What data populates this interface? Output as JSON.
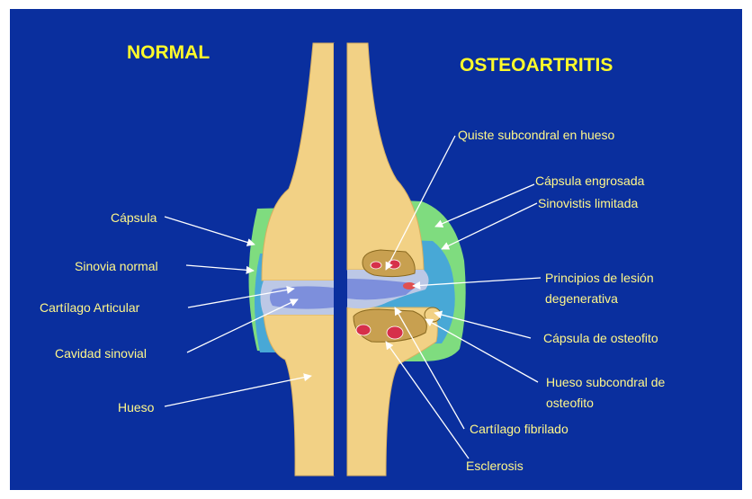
{
  "titles": {
    "left": "NORMAL",
    "right": "OSTEOARTRITIS"
  },
  "labels": {
    "capsula": "Cápsula",
    "sinovia_normal": "Sinovia normal",
    "cartilago_articular": "Cartílago Articular",
    "cavidad_sinovial": "Cavidad sinovial",
    "hueso": "Hueso",
    "quiste_subcondral": "Quiste subcondral en hueso",
    "capsula_engrosada": "Cápsula engrosada",
    "sinovistis_limitada": "Sinovistis limitada",
    "principios_lesion_1": "Principios de lesión",
    "principios_lesion_2": "degenerativa",
    "capsula_osteofito": "Cápsula de osteofito",
    "hueso_subcondral_1": "Hueso subcondral de",
    "hueso_subcondral_2": "osteofito",
    "cartilago_fibrilado": "Cartílago fibrilado",
    "esclerosis": "Esclerosis"
  },
  "colors": {
    "background": "#0a2f9e",
    "bone": "#f2d185",
    "capsule": "#7fdc7f",
    "synovium": "#48a8d6",
    "cartilage": "#bcc8e6",
    "cavity": "#7d8fdc",
    "cyst": "#c8a050",
    "label_text": "#fff78a",
    "title_text": "#fffb2a"
  }
}
